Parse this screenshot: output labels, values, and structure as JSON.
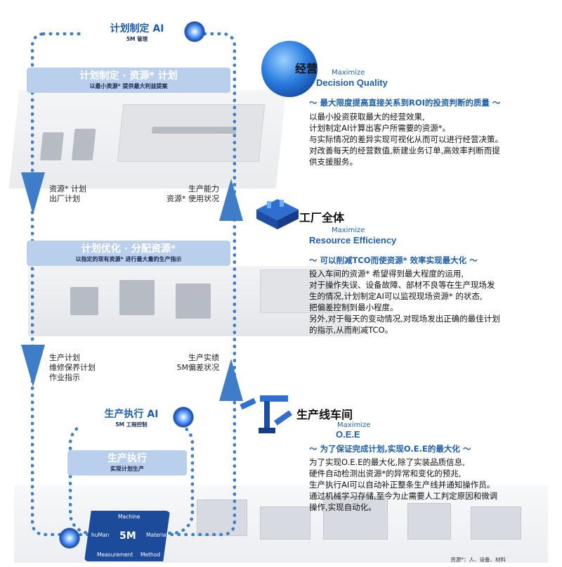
{
  "left": {
    "planning_ai": {
      "title": "计划制定 AI",
      "subtitle": "5M 管理"
    },
    "planning_panel": {
      "title": "计划制定 · 资源* 计划",
      "subtitle": "以最小资源* 提供最大利益提案"
    },
    "flow1_left": [
      "资源* 计划",
      "出厂计划"
    ],
    "flow1_right": [
      "生产能力",
      "资源* 使用状况"
    ],
    "optim_panel": {
      "title": "计划优化 · 分配资源*",
      "subtitle": "以指定的现有资源* 进行最大量的生产指示"
    },
    "flow2_left": [
      "生产计划",
      "维修保养计划",
      "作业指示"
    ],
    "flow2_right": [
      "生产实绩",
      "5M偏差状况"
    ],
    "exec_ai": {
      "title": "生产执行 AI",
      "subtitle": "5M 工程控制"
    },
    "exec_panel": {
      "title": "生产执行",
      "subtitle": "实现计划生产"
    },
    "fivem": {
      "center": "5M",
      "items": [
        "huMan",
        "Machine",
        "Material",
        "Measurement",
        "Method"
      ]
    }
  },
  "sections": [
    {
      "title": "经营",
      "maximize": "Maximize",
      "metric": "Decision Quality",
      "tagline": "～ 最大限度提高直接关系到ROI的投资判断的质量 ～",
      "lines": [
        "以最小投资获取最大的经营效果,",
        "计划制定AI计算出客户所需要的资源*。",
        "与实际情况的差异实现可视化从而可以进行经营决策。",
        "对改善每天的经营数值,新建业务订单,高效率判断而提",
        "供支援服务。"
      ],
      "icon": "globe-icon"
    },
    {
      "title": "工厂全体",
      "maximize": "Maximize",
      "metric": "Resource Efficiency",
      "tagline": "～ 可以削减TCO而使资源* 效率实现最大化 ～",
      "lines": [
        "投入车间的资源* 希望得到最大程度的运用,",
        "对于操作失误、设备故障、部材不良等在生产现场发",
        "生的情况,计划制定AI可以监视现场资源* 的状态,",
        "把偏差控制到最小程度。",
        "另外,对于每天的变动情况,对现场发出正确的最佳计划",
        "的指示,从而削减TCO。"
      ],
      "icon": "factory-icon"
    },
    {
      "title": "生产线车间",
      "maximize": "Maximize",
      "metric": "O.E.E",
      "tagline": "～ 为了保证完成计划,实现O.E.E的最大化 ～",
      "lines": [
        "为了实现O.E.E的最大化,除了实装品质信息,",
        "硬件自动检测出资源*的异常和变化的预兆,",
        "生产执行AI可以自动补正整条生产线并通知操作员。",
        "通过机械学习存储,至今为止需要人工判定原因和微调",
        "操作,实现自动化。"
      ],
      "icon": "robot-arm-icon"
    }
  ],
  "footnote": "资源*：人、设备、材料"
}
